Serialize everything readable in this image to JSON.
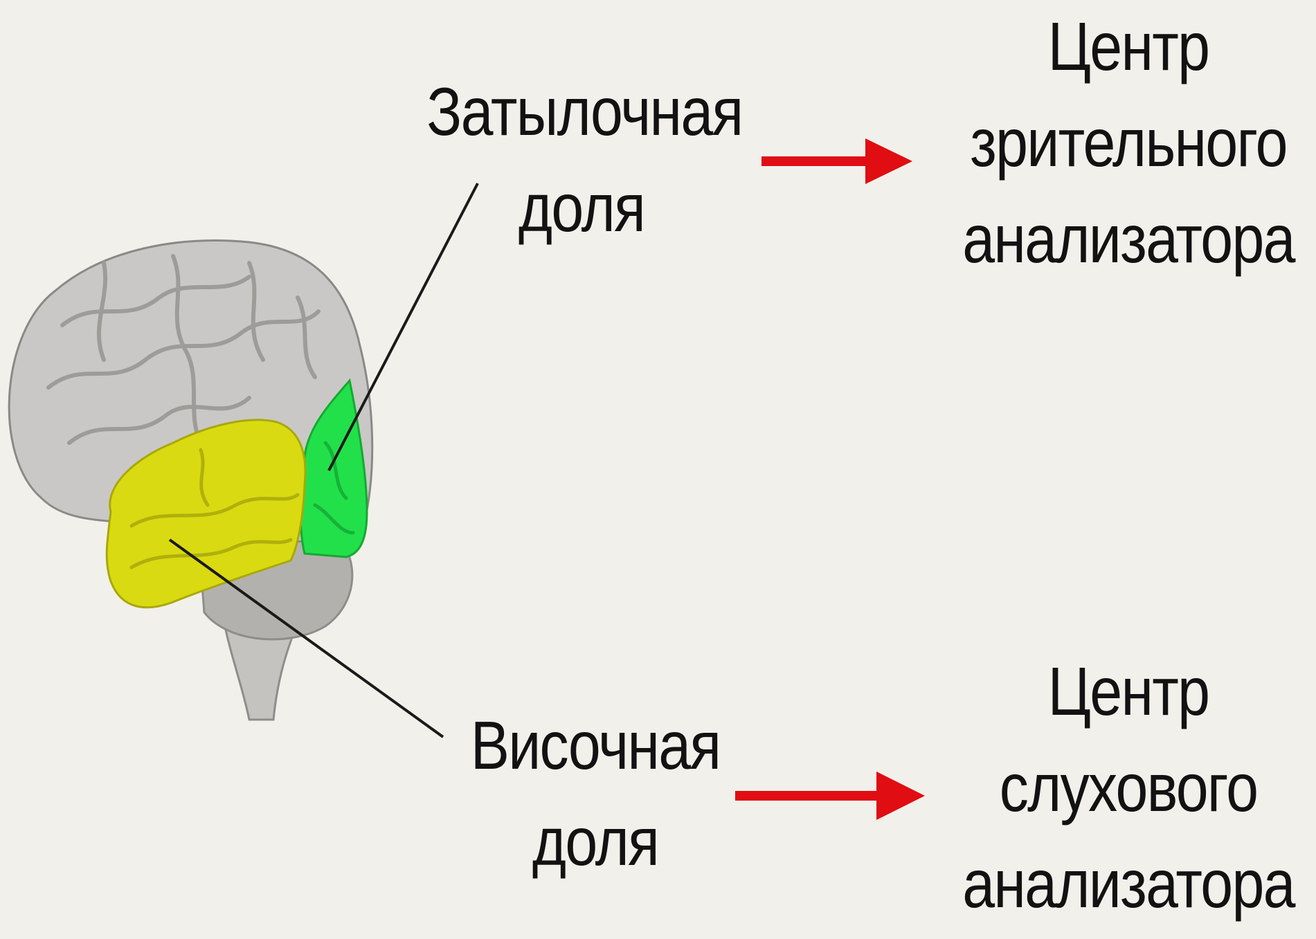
{
  "colors": {
    "background": "#f2f0eb",
    "text": "#121212",
    "arrow": "#e00d12",
    "occipital_lobe": "#22e04a",
    "temporal_lobe": "#dada12",
    "cortex": "#c9c8c6",
    "cerebellum": "#b3b1ae",
    "pointer_line": "#1a1a1a"
  },
  "labels": {
    "occipital": [
      "Затылочная",
      "доля"
    ],
    "temporal": [
      "Височная",
      "доля"
    ],
    "visual_center": [
      "Центр",
      "зрительного",
      "анализатора"
    ],
    "auditory_center": [
      "Центр",
      "слухового",
      "анализатора"
    ]
  },
  "icons": {
    "brain": "brain-illustration",
    "arrow": "right-arrow-icon"
  }
}
